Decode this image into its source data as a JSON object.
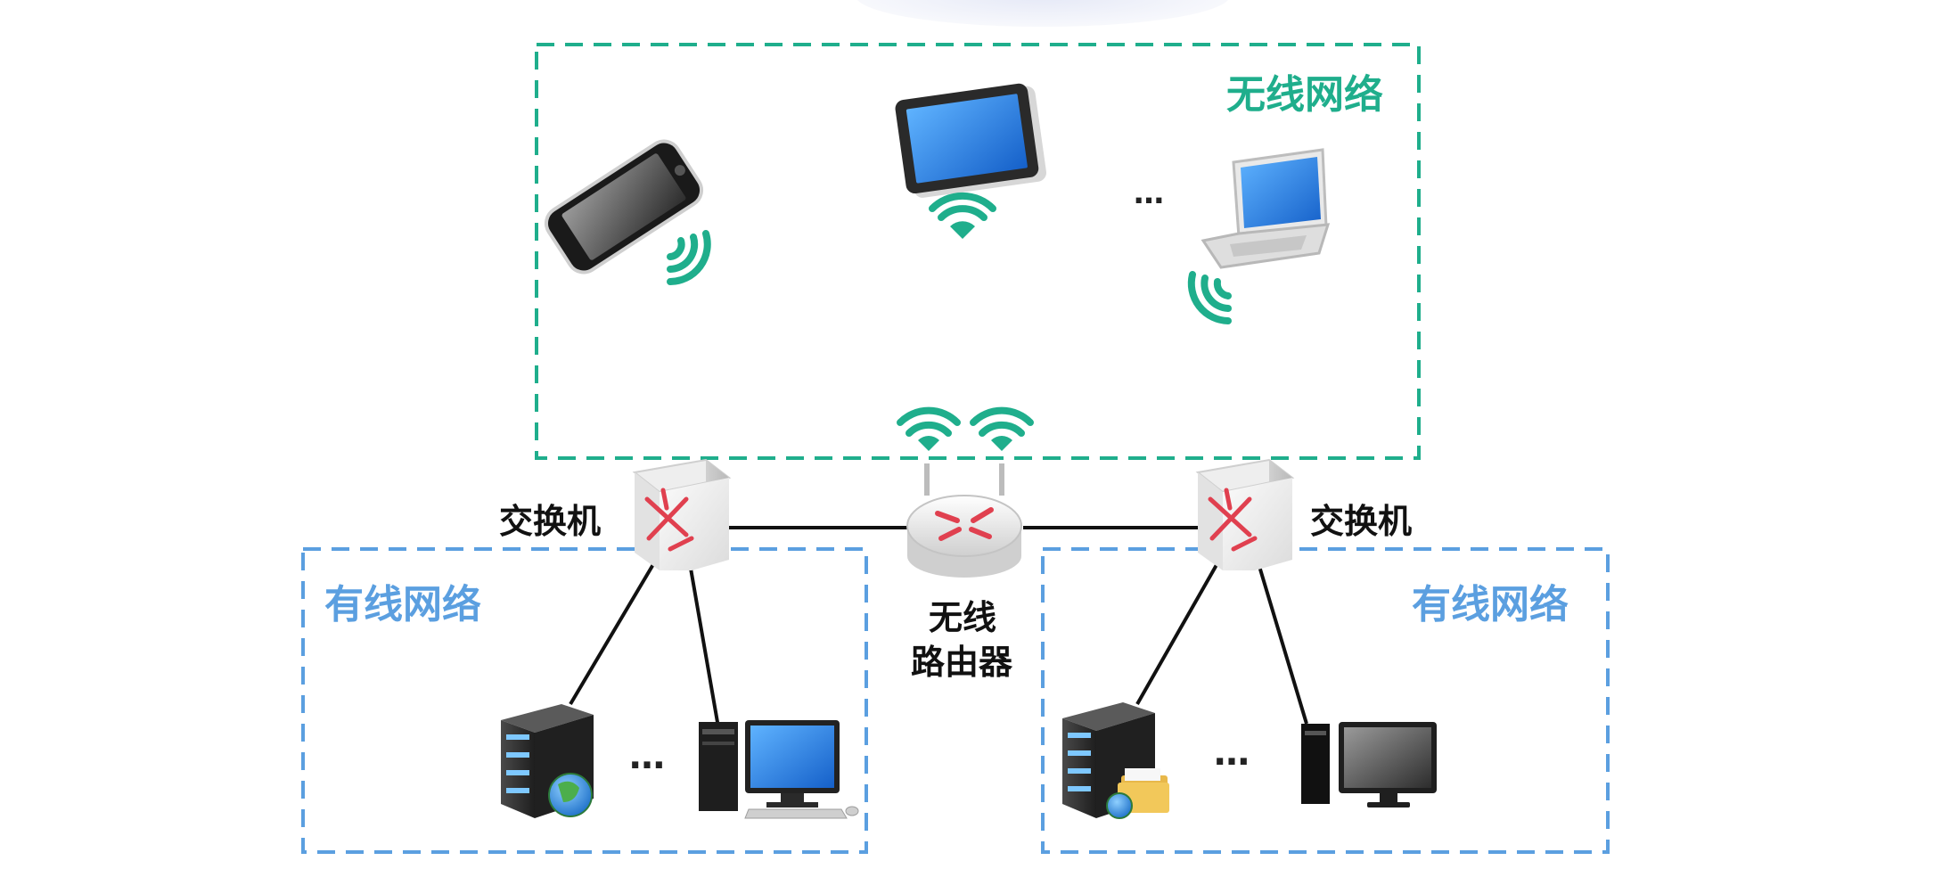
{
  "zones": {
    "wireless": {
      "label": "无线网络",
      "color": "#1fae8c"
    },
    "wired_left": {
      "label": "有线网络",
      "color": "#5b9fe0"
    },
    "wired_right": {
      "label": "有线网络",
      "color": "#5b9fe0"
    }
  },
  "nodes": {
    "switch_left": {
      "label": "交换机"
    },
    "switch_right": {
      "label": "交换机"
    },
    "router": {
      "label_line1": "无线",
      "label_line2": "路由器"
    }
  },
  "ellipsis": {
    "wireless": "…",
    "wired_left": "…",
    "wired_right": "…"
  },
  "colors": {
    "wifi": "#1fae8c",
    "link": "#111111",
    "switch_arrows": "#e0404f"
  },
  "icons": [
    "phone-icon",
    "tablet-icon",
    "laptop-icon",
    "switch-icon",
    "router-icon",
    "server-icon",
    "desktop-icon",
    "wifi-icon"
  ]
}
